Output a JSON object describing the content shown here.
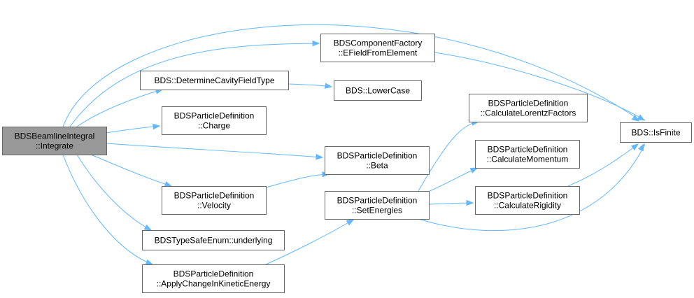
{
  "nodes": {
    "integrate": [
      "BDSBeamlineIntegral",
      "::Integrate"
    ],
    "efield": [
      "BDSComponentFactory",
      "::EFieldFromElement"
    ],
    "cavity": [
      "BDS::DetermineCavityFieldType"
    ],
    "lowercase": [
      "BDS::LowerCase"
    ],
    "charge": [
      "BDSParticleDefinition",
      "::Charge"
    ],
    "lorentz": [
      "BDSParticleDefinition",
      "::CalculateLorentzFactors"
    ],
    "isfinite": [
      "BDS::IsFinite"
    ],
    "beta": [
      "BDSParticleDefinition",
      "::Beta"
    ],
    "momentum": [
      "BDSParticleDefinition",
      "::CalculateMomentum"
    ],
    "velocity": [
      "BDSParticleDefinition",
      "::Velocity"
    ],
    "rigidity": [
      "BDSParticleDefinition",
      "::CalculateRigidity"
    ],
    "setenergies": [
      "BDSParticleDefinition",
      "::SetEnergies"
    ],
    "underlying": [
      "BDSTypeSafeEnum::underlying"
    ],
    "applyke": [
      "BDSParticleDefinition",
      "::ApplyChangeInKineticEnergy"
    ]
  },
  "colors": {
    "edge": "#63b8ff",
    "root_fill": "#999999",
    "border": "#666666"
  }
}
